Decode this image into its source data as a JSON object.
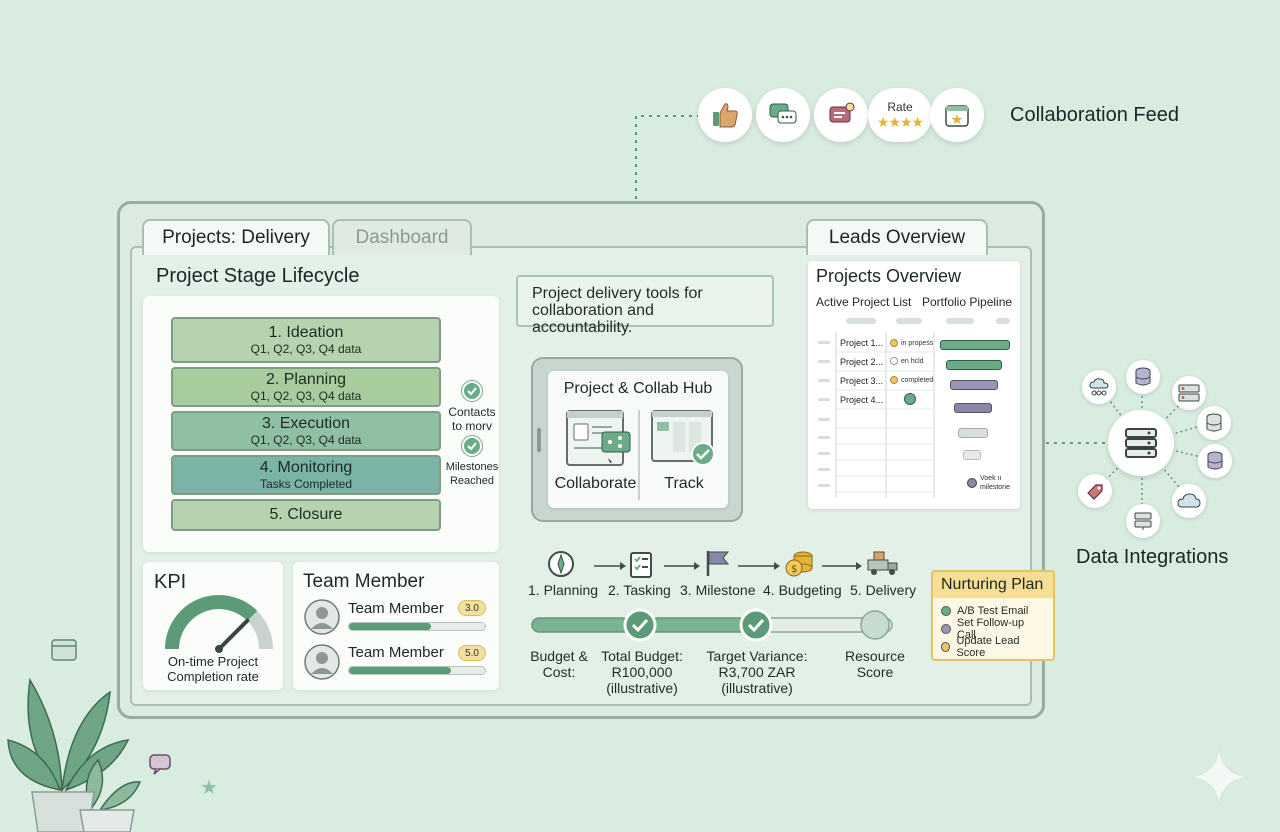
{
  "collaboration_feed": {
    "title": "Collaboration Feed",
    "rate_label": "Rate",
    "rate_stars": "★★★★",
    "icons": [
      "thumbs-up-icon",
      "chat-bubbles-icon",
      "feedback-icon",
      "rating-icon",
      "calendar-star-icon"
    ]
  },
  "tabs": {
    "projects_delivery": "Projects: Delivery",
    "dashboard": "Dashboard",
    "leads_overview": "Leads Overview"
  },
  "lifecycle": {
    "title": "Project Stage Lifecycle",
    "stages": [
      {
        "title": "1. Ideation",
        "subtitle": "Q1, Q2, Q3, Q4 data",
        "color": "#b7d2ae"
      },
      {
        "title": "2. Planning",
        "subtitle": "Q1, Q2, Q3, Q4 data",
        "color": "#a9cc9e"
      },
      {
        "title": "3. Execution",
        "subtitle": "Q1, Q2, Q3, Q4 data",
        "color": "#8fc0a3"
      },
      {
        "title": "4. Monitoring",
        "subtitle": "Tasks Completed",
        "color": "#7bb3a6"
      },
      {
        "title": "5. Closure",
        "subtitle": "",
        "color": "#b7d2ae"
      }
    ],
    "side_labels": {
      "contacts": "Contacts\nto morv",
      "milestones": "Milestones\nReached"
    }
  },
  "callout": {
    "text": "Project delivery tools for collaboration and accountability."
  },
  "hub": {
    "title": "Project & Collab Hub",
    "collaborate_label": "Collaborate",
    "track_label": "Track"
  },
  "projects_overview": {
    "title": "Projects Overview",
    "list_header": "Active Project List",
    "pipeline_header": "Portfolio Pipeline",
    "rows": [
      {
        "name": "Project 1...",
        "status": "in propess",
        "status_color": "#e8c66a"
      },
      {
        "name": "Project 2...",
        "status": "en hcld",
        "status_color": "#ffffff"
      },
      {
        "name": "Project 3...",
        "status": "completed",
        "status_color": "#e8c66a"
      },
      {
        "name": "Project 4...",
        "status": "",
        "status_color": "#6cab87"
      }
    ],
    "milestone_note": "Voek ıı milestone"
  },
  "data_integrations": {
    "title": "Data Integrations",
    "icons": [
      "cloud-network-icon",
      "database-icon",
      "server-icon",
      "database-icon",
      "database-icon",
      "cloud-icon",
      "server-icon",
      "tag-icon"
    ]
  },
  "kpi": {
    "title": "KPI",
    "caption": "On-time Project\nCompletion rate",
    "gauge_value_fraction": 0.75
  },
  "team": {
    "title": "Team Member",
    "members": [
      {
        "name": "Team Member",
        "score": "3.0",
        "fill_fraction": 0.6
      },
      {
        "name": "Team Member",
        "score": "5.0",
        "fill_fraction": 0.75
      }
    ]
  },
  "process_flow": {
    "steps": [
      "1. Planning",
      "2. Tasking",
      "3. Milestone",
      "4. Budgeting",
      "5. Delivery"
    ],
    "step_icons": [
      "compass-icon",
      "checklist-icon",
      "flag-icon",
      "coins-icon",
      "delivery-truck-icon"
    ]
  },
  "metrics": {
    "budget_cost": "Budget &\nCost:",
    "total_budget": "Total Budget:\nR100,000\n(illustrative)",
    "target_variance": "Target Variance:\nR3,700 ZAR\n(illustrative)",
    "resource_score": "Resource\nScore"
  },
  "nurturing_plan": {
    "title": "Nurturing Plan",
    "items": [
      {
        "label": "A/B Test Email",
        "color": "#6cab87"
      },
      {
        "label": "Set Follow-up Call",
        "color": "#9a96b8"
      },
      {
        "label": "Update Lead Score",
        "color": "#e8c66a"
      }
    ]
  },
  "colors": {
    "background": "#d9ece0",
    "accent_green": "#6cab87",
    "accent_yellow": "#e8c66a",
    "accent_purple": "#8a86aa"
  }
}
